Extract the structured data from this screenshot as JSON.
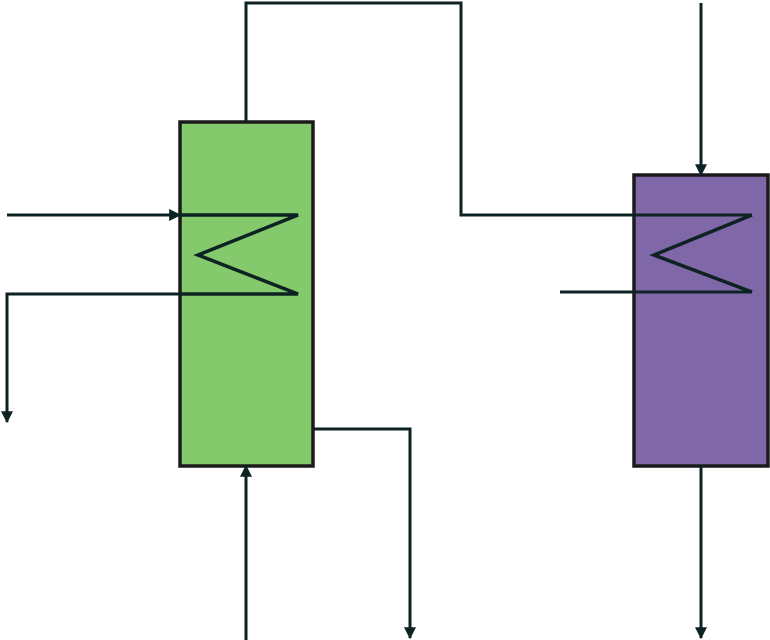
{
  "diagram": {
    "kind": "process flow diagram",
    "nodes": [
      {
        "id": "green-unit",
        "shape": "rectangle-vessel",
        "fill": "#84c96b",
        "has_heating_coil": true
      },
      {
        "id": "purple-unit",
        "shape": "rectangle-vessel",
        "fill": "#8068a8",
        "has_heating_coil": true
      }
    ],
    "edges": [
      {
        "id": "green-overhead-to-purple-coil",
        "from": "green-unit",
        "to": "purple-unit",
        "arrow": false
      },
      {
        "id": "green-coil-inlet",
        "from": "outside-left",
        "to": "green-unit",
        "arrow": true
      },
      {
        "id": "green-coil-outlet",
        "from": "green-unit",
        "to": "outside-left",
        "arrow": true
      },
      {
        "id": "green-bottom-feed",
        "from": "outside-bottom",
        "to": "green-unit",
        "arrow": true
      },
      {
        "id": "green-side-draw",
        "from": "green-unit",
        "to": "outside-bottom",
        "arrow": true
      },
      {
        "id": "purple-top-feed",
        "from": "outside-top",
        "to": "purple-unit",
        "arrow": true
      },
      {
        "id": "purple-coil-outlet",
        "from": "purple-unit",
        "to": "outside-left",
        "arrow": false
      },
      {
        "id": "purple-bottom-product",
        "from": "purple-unit",
        "to": "outside-bottom",
        "arrow": true
      }
    ],
    "colors": {
      "line": "#0d2222",
      "vessel_border": "#1a1a1a",
      "green_vessel": "#84c96b",
      "purple_vessel": "#8068a8",
      "background": "#ffffff"
    }
  }
}
